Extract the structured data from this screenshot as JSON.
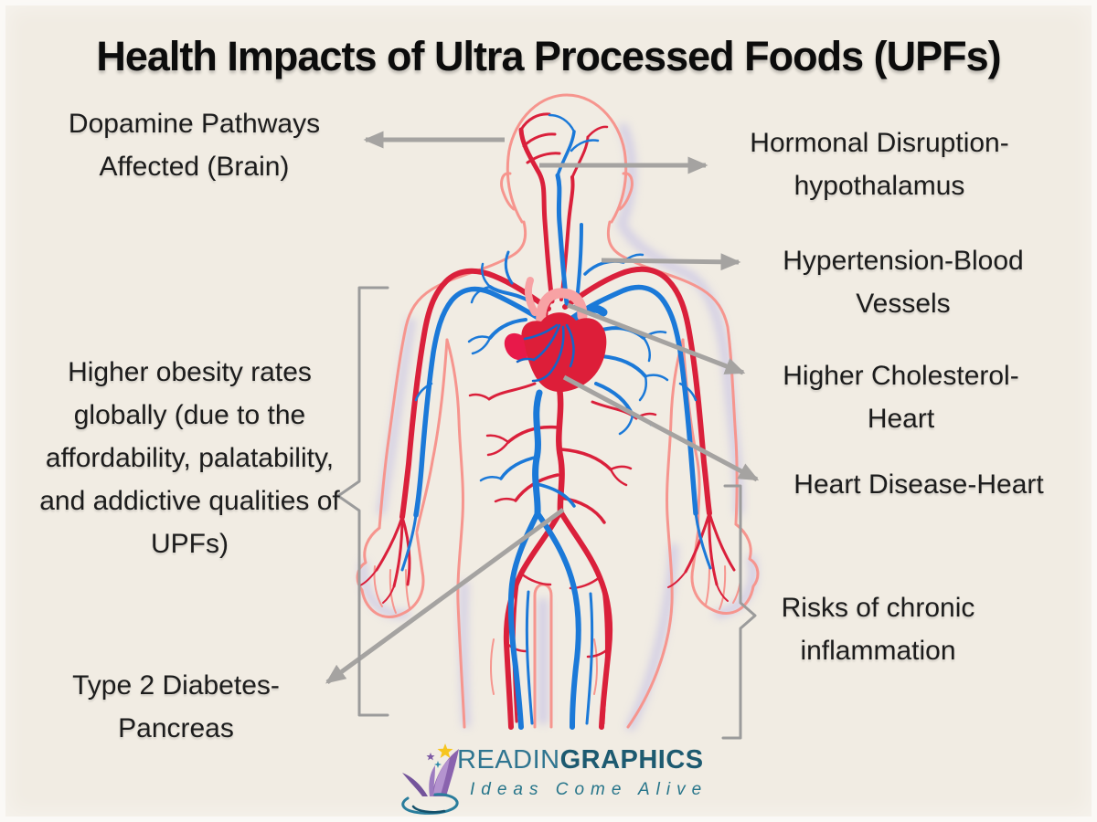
{
  "title": "Health Impacts of Ultra Processed Foods (UPFs)",
  "annotations": {
    "dopamine": "Dopamine Pathways Affected (Brain)",
    "hormonal": "Hormonal Disruption-hypothalamus",
    "hypertension": "Hypertension-Blood Vessels",
    "cholesterol": "Higher Cholesterol-Heart",
    "heart_disease": "Heart Disease-Heart",
    "inflammation": "Risks of chronic inflammation",
    "obesity": "Higher obesity rates globally (due to the affordability, palatability, and addictive qualities of UPFs)",
    "diabetes": "Type 2 Diabetes-Pancreas"
  },
  "logo": {
    "brand_regular": "READIN",
    "brand_bold": "GRAPHICS",
    "tagline": "Ideas Come Alive"
  },
  "icons": {
    "figure": "human-circulatory-system-illustration",
    "logo_mark": "book-butterfly-with-stars-and-swoosh"
  },
  "colors": {
    "background": "#f1ece3",
    "title_text": "#0c0c0c",
    "label_text": "#1c1c1c",
    "artery_red": "#da203b",
    "vein_blue": "#1b79d8",
    "heart_red": "#dd1e39",
    "aorta_pink": "#f7a2a4",
    "body_outline": "#f6958e",
    "body_glow": "#b9b6e6",
    "arrow_gray": "#a5a3a1",
    "bracket_gray": "#9b9b9b",
    "brand_teal": "#2f7590",
    "brand_teal_dark": "#1d5a70",
    "star_yellow": "#f6c51e",
    "logo_purple": "#8a63ae"
  }
}
